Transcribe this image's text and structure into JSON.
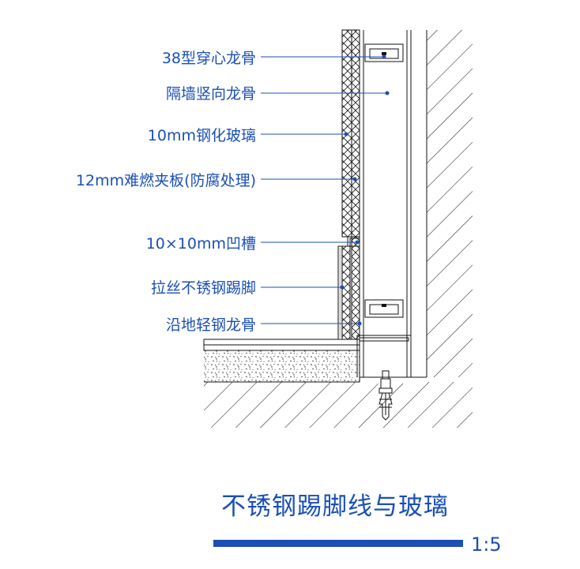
{
  "labels": [
    {
      "id": "keel-38",
      "text": "38型穿心龙骨"
    },
    {
      "id": "vertical-stud",
      "text": "隔墙竖向龙骨"
    },
    {
      "id": "tempered-glass",
      "text": "10mm钢化玻璃"
    },
    {
      "id": "fireproof-board",
      "text": "12mm难燃夹板(防腐处理)"
    },
    {
      "id": "groove",
      "text": "10×10mm凹槽"
    },
    {
      "id": "steel-skirting",
      "text": "拉丝不锈钢踢脚"
    },
    {
      "id": "floor-keel",
      "text": "沿地轻钢龙骨"
    }
  ],
  "title": "不锈钢踢脚线与玻璃",
  "scale": "1:5",
  "colors": {
    "annotation": "#1b4fb5",
    "linework": "#111111",
    "title_bar": "#1b4fb5"
  }
}
